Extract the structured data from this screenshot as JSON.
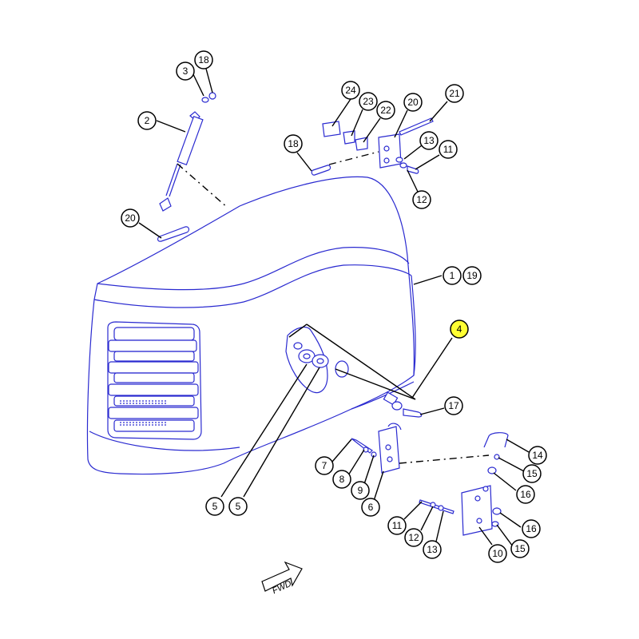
{
  "diagram": {
    "highlight_color": "#ffff33",
    "line_color": "#2a2ad0",
    "callouts": [
      {
        "id": "c-3",
        "label": "3"
      },
      {
        "id": "c-18a",
        "label": "18"
      },
      {
        "id": "c-2",
        "label": "2"
      },
      {
        "id": "c-18b",
        "label": "18"
      },
      {
        "id": "c-20a",
        "label": "20"
      },
      {
        "id": "c-24",
        "label": "24"
      },
      {
        "id": "c-23",
        "label": "23"
      },
      {
        "id": "c-22",
        "label": "22"
      },
      {
        "id": "c-20b",
        "label": "20"
      },
      {
        "id": "c-21",
        "label": "21"
      },
      {
        "id": "c-13a",
        "label": "13"
      },
      {
        "id": "c-11a",
        "label": "11"
      },
      {
        "id": "c-12a",
        "label": "12"
      },
      {
        "id": "c-1",
        "label": "1"
      },
      {
        "id": "c-19",
        "label": "19"
      },
      {
        "id": "c-4",
        "label": "4",
        "highlighted": true
      },
      {
        "id": "c-17",
        "label": "17"
      },
      {
        "id": "c-14",
        "label": "14"
      },
      {
        "id": "c-15a",
        "label": "15"
      },
      {
        "id": "c-16a",
        "label": "16"
      },
      {
        "id": "c-7",
        "label": "7"
      },
      {
        "id": "c-8",
        "label": "8"
      },
      {
        "id": "c-9",
        "label": "9"
      },
      {
        "id": "c-6",
        "label": "6"
      },
      {
        "id": "c-5a",
        "label": "5"
      },
      {
        "id": "c-5b",
        "label": "5"
      },
      {
        "id": "c-11b",
        "label": "11"
      },
      {
        "id": "c-12b",
        "label": "12"
      },
      {
        "id": "c-13b",
        "label": "13"
      },
      {
        "id": "c-16b",
        "label": "16"
      },
      {
        "id": "c-15b",
        "label": "15"
      },
      {
        "id": "c-10",
        "label": "10"
      }
    ],
    "fwd_label": "FWD"
  }
}
